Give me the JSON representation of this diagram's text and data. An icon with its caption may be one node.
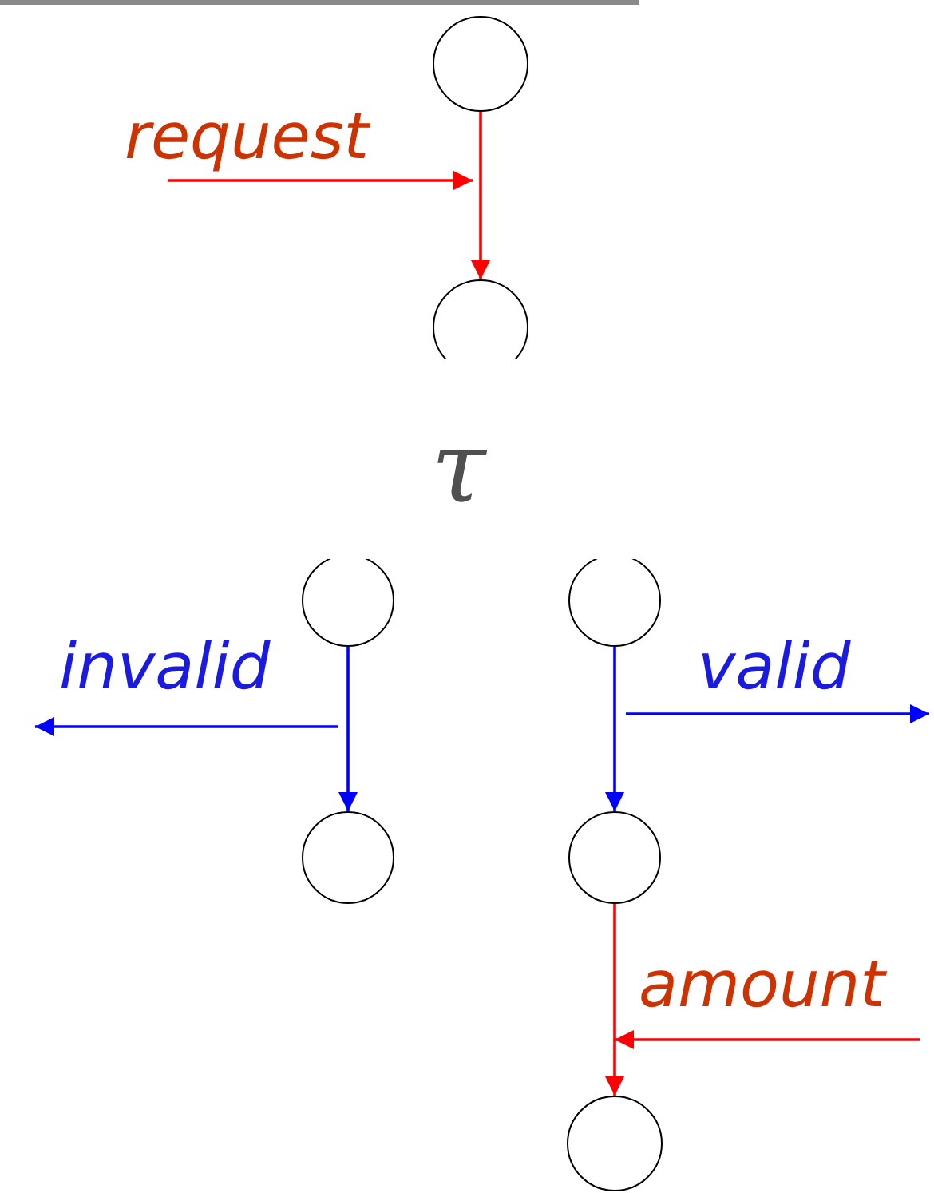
{
  "diagram": {
    "nodes": [
      {
        "text": [],
        "shape": "circle"
      },
      {
        "text": [],
        "shape": "circle"
      },
      {
        "text": [],
        "shape": "circle"
      },
      {
        "text": [],
        "shape": "circle"
      },
      {
        "text": [],
        "shape": "circle"
      },
      {
        "text": [],
        "shape": "circle"
      },
      {
        "text": [],
        "shape": "circle"
      }
    ],
    "edges": [
      {
        "from": 0,
        "to": 1,
        "arrow": "to",
        "color": "#ff0000"
      },
      {
        "from": 2,
        "to": 4,
        "arrow": "to",
        "color": "#0000ff"
      },
      {
        "from": 3,
        "to": 5,
        "arrow": "to",
        "color": "#0000ff"
      },
      {
        "from": 5,
        "to": 6,
        "arrow": "to",
        "color": "#ff0000"
      }
    ],
    "labels": [
      "request",
      "τ",
      "invalid",
      "valid",
      "amount"
    ]
  }
}
